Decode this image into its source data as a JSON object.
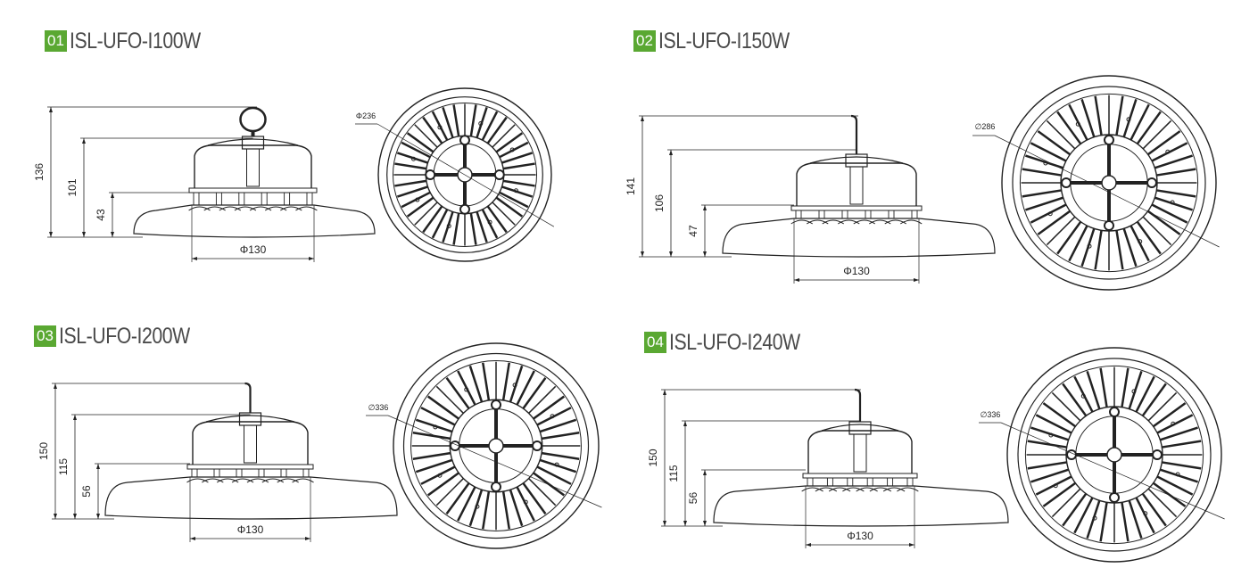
{
  "panels": [
    {
      "number": "01",
      "model": "ISL-UFO-I100W",
      "heights": [
        "136",
        "101",
        "43"
      ],
      "body_diameter": "Φ130",
      "outer_diameter": "Φ236"
    },
    {
      "number": "02",
      "model": "ISL-UFO-I150W",
      "heights": [
        "141",
        "106",
        "47"
      ],
      "body_diameter": "Φ130",
      "outer_diameter": "∅286"
    },
    {
      "number": "03",
      "model": "ISL-UFO-I200W",
      "heights": [
        "150",
        "115",
        "56"
      ],
      "body_diameter": "Φ130",
      "outer_diameter": "∅336"
    },
    {
      "number": "04",
      "model": "ISL-UFO-I240W",
      "heights": [
        "150",
        "115",
        "56"
      ],
      "body_diameter": "Φ130",
      "outer_diameter": "∅336"
    }
  ],
  "colors": {
    "badge": "#5aa832",
    "line": "#222222",
    "title": "#4a4a4a"
  }
}
